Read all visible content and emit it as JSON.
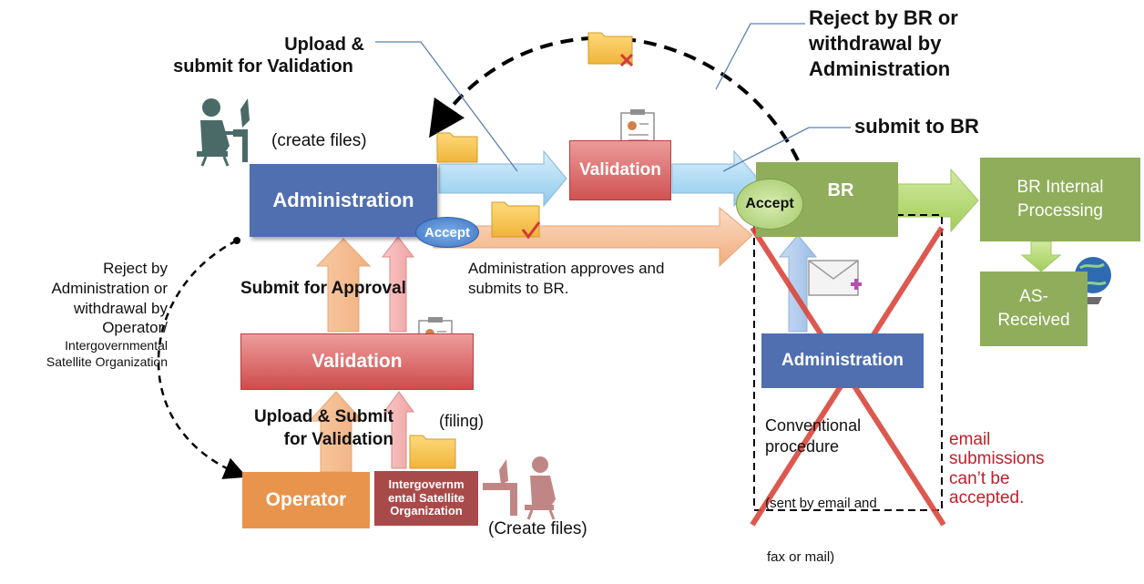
{
  "labels": {
    "upload_submit_top": [
      "Upload &",
      "submit for Validation"
    ],
    "reject_br": [
      "Reject by BR or",
      "withdrawal by",
      "Administration"
    ],
    "submit_to_br": "submit to BR",
    "create_files_top": "(create files)",
    "approves": [
      "Administration approves and",
      "submits to BR."
    ],
    "submit_approval": "Submit for Approval",
    "reject_admin": [
      "Reject by",
      "Administration or",
      "withdrawal by",
      "Operator/"
    ],
    "reject_igo": [
      "Intergovernmental",
      "Satellite Organization"
    ],
    "upload_submit_bottom": [
      "Upload & Submit",
      "for Validation"
    ],
    "filing": "(filing)",
    "create_files_bottom": "(Create files)",
    "conventional": [
      "Conventional",
      "procedure"
    ],
    "conventional_note": [
      " (sent by email and",
      "fax or mail)"
    ],
    "email_note": [
      "email",
      "submissions",
      "can’t be",
      "accepted."
    ]
  },
  "boxes": {
    "administration": "Administration",
    "validation_top": "Validation",
    "br": "BR",
    "br_internal": [
      "BR Internal",
      "Processing"
    ],
    "as_received": [
      "AS-",
      "Received"
    ],
    "administration_conv": "Administration",
    "validation_mid": "Validation",
    "operator": "Operator",
    "igo": [
      "Intergovernm",
      "ental Satellite",
      "Organization"
    ],
    "accept_blue": "Accept",
    "accept_green": "Accept"
  },
  "colors": {
    "admin_blue": "#4f6fb0",
    "validation_red": "#d05252",
    "br_green": "#8fad5b",
    "operator_orange": "#e8944c",
    "igo_red": "#a94a4a",
    "reject_cross": "#d9463c",
    "email_note": "#c0202a"
  },
  "icons": [
    "person-at-desk-icon",
    "folder-icon",
    "folder-reject-icon",
    "folder-check-icon",
    "certificate-icon",
    "envelope-plus-icon",
    "globe-icon"
  ]
}
